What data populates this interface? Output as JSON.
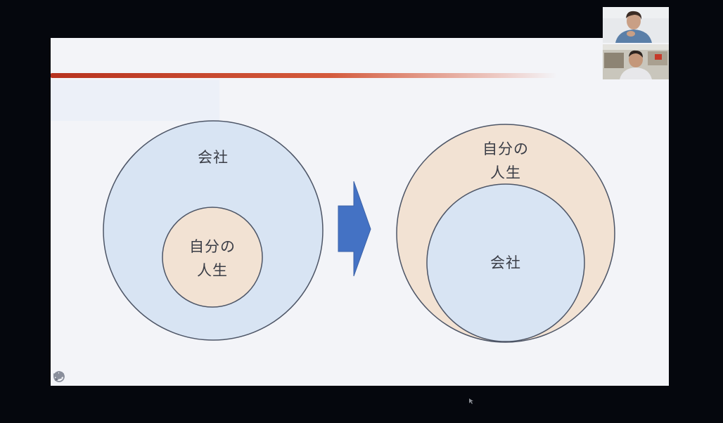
{
  "slide": {
    "left_diagram": {
      "outer_label": "会社",
      "inner_label_line1": "自分の",
      "inner_label_line2": "人生"
    },
    "right_diagram": {
      "outer_label_line1": "自分の",
      "outer_label_line2": "人生",
      "inner_label": "会社"
    },
    "toolbar": {
      "icons": [
        "arrow-left-icon",
        "pen-icon",
        "slide-sorter-icon",
        "zoom-icon",
        "arrow-right-icon"
      ]
    }
  },
  "participants": [
    {
      "tile": "video-tile-1"
    },
    {
      "tile": "video-tile-2"
    }
  ],
  "colors": {
    "background": "#05070d",
    "slide_bg": "#f3f4f8",
    "company_fill": "#d8e4f3",
    "life_fill": "#f2e2d3",
    "arrow": "#4472c4",
    "title_bar": "#c0392b"
  }
}
